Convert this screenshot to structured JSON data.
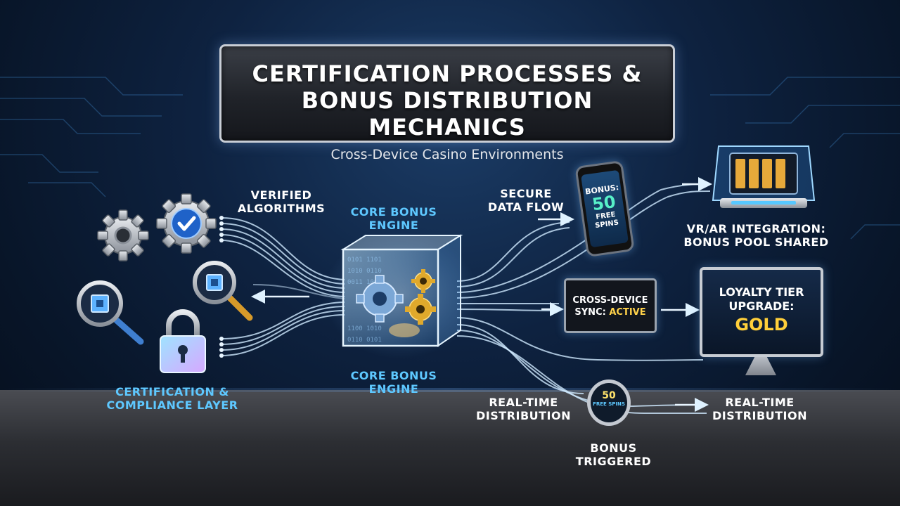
{
  "title": {
    "line1": "CERTIFICATION PROCESSES &",
    "line2": "BONUS DISTRIBUTION MECHANICS",
    "subtitle": "Cross-Device Casino Environments"
  },
  "labels": {
    "verified": [
      "VERIFIED",
      "ALGORITHMS"
    ],
    "core_top": [
      "CORE BONUS",
      "ENGINE"
    ],
    "core_bottom": [
      "CORE BONUS",
      "ENGINE"
    ],
    "secure": [
      "SECURE",
      "DATA FLOW"
    ],
    "vr": [
      "VR/AR INTEGRATION:",
      "BONUS POOL SHARED"
    ],
    "certification": [
      "CERTIFICATION &",
      "COMPLIANCE LAYER"
    ],
    "rt_left": [
      "REAL-TIME",
      "DISTRIBUTION"
    ],
    "rt_right": [
      "REAL-TIME",
      "DISTRIBUTION"
    ],
    "bonus_triggered": [
      "BONUS",
      "TRIGGERED"
    ]
  },
  "phone": {
    "line1": "BONUS:",
    "line2": "50",
    "line3": "FREE",
    "line4": "SPINS"
  },
  "sync": {
    "line1": "CROSS-DEVICE",
    "line2": "SYNC:",
    "status": "ACTIVE"
  },
  "monitor": {
    "line1": "LOYALTY TIER",
    "line2": "UPGRADE:",
    "tier": "GOLD"
  },
  "watch": {
    "line1": "50",
    "line2": "FREE SPINS"
  },
  "icons": [
    "gear-icon",
    "gear-check-icon",
    "magnifier-chip-icon",
    "padlock-icon",
    "core-cube-icon",
    "smartphone-icon",
    "vr-headset-icon",
    "monitor-icon",
    "smartwatch-icon"
  ],
  "colors": {
    "accent_cyan": "#5ec8ff",
    "gold": "#ffd24a",
    "spin_green": "#57f0c8",
    "background": "#0e2240"
  }
}
